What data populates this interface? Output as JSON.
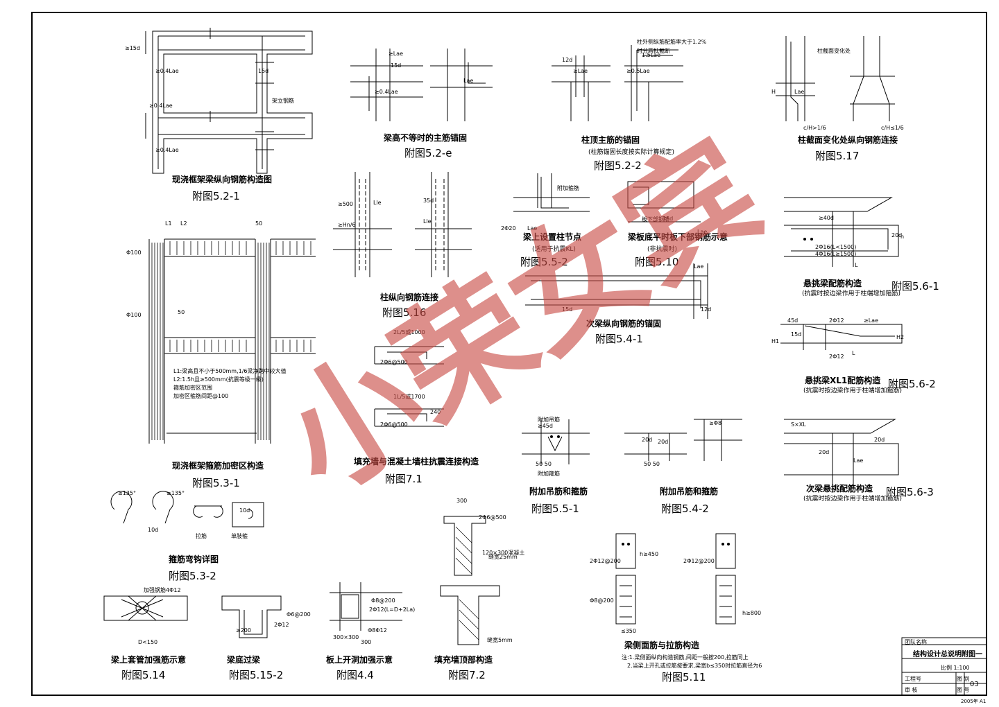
{
  "sheet": {
    "paper_label": "2005年 A1",
    "title_block": {
      "company": "团队名称",
      "drawing_title": "结构设计总说明附图一",
      "scale": "比例 1:100",
      "sheet_no": "03",
      "row_labels": [
        "工程号",
        "审 核",
        "图 别",
        "图 号"
      ]
    }
  },
  "watermark": {
    "text": "小荣女宾",
    "color": "#c84a44"
  },
  "figures": [
    {
      "id": "f1",
      "caption": "现浇框架梁纵向钢筋构造图",
      "label": "附图5.2-1"
    },
    {
      "id": "f2",
      "caption": "梁高不等时的主筋锚固",
      "label": "附图5.2-e"
    },
    {
      "id": "f3",
      "caption": "柱顶主筋的锚固",
      "sub": "(柱筋锚固长度按实际计算规定)",
      "label": "附图5.2-2"
    },
    {
      "id": "f4",
      "caption": "柱截面变化处纵向钢筋连接",
      "label": "附图5.17"
    },
    {
      "id": "f5",
      "caption": "柱纵向钢筋连接",
      "label": "附图5.16"
    },
    {
      "id": "f6",
      "caption": "梁上设置柱节点",
      "sub": "(适用于抗震KL)",
      "label": "附图5.5-2"
    },
    {
      "id": "f7",
      "caption": "梁板底平时板下部钢筋示意",
      "sub": "(非抗震时)",
      "label": "附图5.10"
    },
    {
      "id": "f8",
      "caption": "次梁纵向钢筋的锚固",
      "label": "附图5.4-1"
    },
    {
      "id": "f9",
      "caption": "悬挑梁配筋构造",
      "sub": "(抗震时按边梁作用于柱端增加箍筋)",
      "label": "附图5.6-1"
    },
    {
      "id": "f10",
      "caption": "现浇框架箍筋加密区构造",
      "label": "附图5.3-1"
    },
    {
      "id": "f11",
      "caption": "填充墙与混凝土墙柱抗震连接构造",
      "label": "附图7.1"
    },
    {
      "id": "f12",
      "caption": "悬挑梁XL1配筋构造",
      "sub": "(抗震时按边梁作用于柱端增加箍筋)",
      "label": "附图5.6-2"
    },
    {
      "id": "f13",
      "caption": "附加吊筋和箍筋",
      "label": "附图5.5-1"
    },
    {
      "id": "f14",
      "caption": "附加吊筋和箍筋",
      "label": "附图5.4-2"
    },
    {
      "id": "f15",
      "caption": "次梁悬挑配筋构造",
      "sub": "(抗震时按边梁作用于柱端增加箍筋)",
      "label": "附图5.6-3"
    },
    {
      "id": "f16",
      "caption": "箍筋弯钩详图",
      "label": "附图5.3-2"
    },
    {
      "id": "f17",
      "caption": "梁上套管加强筋示意",
      "label": "附图5.14"
    },
    {
      "id": "f18",
      "caption": "梁底过梁",
      "label": "附图5.15-2"
    },
    {
      "id": "f19",
      "caption": "板上开洞加强示意",
      "label": "附图4.4"
    },
    {
      "id": "f20",
      "caption": "填充墙顶部构造",
      "label": "附图7.2"
    },
    {
      "id": "f21",
      "caption": "梁侧面筋与拉筋构造",
      "label": "附图5.11"
    }
  ],
  "annotations": {
    "f1": [
      "≥15d",
      "≥0.4Lae",
      "≥0.4Lae",
      "≥0.4Lae",
      "15d",
      "架立钢筋"
    ],
    "f2": [
      "≥Lae",
      "≥0.4Lae",
      "15d",
      "Lae"
    ],
    "f3": [
      "12d",
      "≥Lae",
      "≥0.5Lae",
      "柱外侧纵筋配筋率大于1.2%",
      "时分两批截断",
      "1.5Lae"
    ],
    "f4": [
      "H",
      "Lae",
      "c/H>1/6",
      "c/H≤1/6",
      "柱截面变化处"
    ],
    "f5": [
      "≥500",
      "≥Hn/6",
      "35d",
      "Lle",
      "Lle"
    ],
    "f6": [
      "2Φ20",
      "Lae",
      "附加箍筋"
    ],
    "f7": [
      "Lae",
      "15d",
      "板下部钢筋"
    ],
    "f8": [
      "Lae",
      "15d",
      "12d"
    ],
    "f9": [
      "2Φ16(L<1500)",
      "4Φ16(L≥1500)",
      "20d",
      "L",
      "h",
      "≥40d"
    ],
    "f10": [
      "L1",
      "L2",
      "50",
      "50",
      "Φ100",
      "Φ100",
      "L1:梁高且不小于500mm,1/6梁净跨中较大值",
      "L2:1.5h且≥500mm(抗震等级一级)",
      "箍筋加密区范围",
      "加密区箍筋间距@100"
    ],
    "f11": [
      "2L/5或1000",
      "2Φ6@500",
      "1L/5或1700",
      "2Φ6@500",
      "240"
    ],
    "f12": [
      "2Φ12",
      "L",
      "45d",
      "≥Lae",
      "15d",
      "H1",
      "H2",
      "2Φ12"
    ],
    "f13": [
      "≥45d",
      "50 50",
      "附加吊筋",
      "附加箍筋"
    ],
    "f14": [
      "20d",
      "20d",
      "50 50",
      "≥Φ8"
    ],
    "f15": [
      "S×XL",
      "20d",
      "20d",
      "Lae"
    ],
    "f16": [
      "≥135°",
      "≥135°",
      "10d",
      "10d",
      "拉筋",
      "单肢箍"
    ],
    "f17": [
      "加强钢筋4Φ12",
      "D<150"
    ],
    "f18": [
      "Φ6@200",
      "2Φ12",
      "≥200"
    ],
    "f19": [
      "Φ8@200",
      "2Φ12(L=D+2Lа)",
      "Φ8Φ12",
      "300",
      "300×300"
    ],
    "f20": [
      "300",
      "2Φ6@500",
      "120×300混凝土",
      "缝宽25mm",
      "缝宽5mm"
    ],
    "f21": [
      "h≥450",
      "2Φ12@200",
      "2Φ12@200",
      "h≥800",
      "Φ8@200",
      "≤350"
    ]
  },
  "notes_5_11": [
    "注:1.梁侧面纵向构造钢筋,间距一般按200,拉筋同上",
    "2.当梁上开孔或拉筋按要求,梁宽b≤350时拉筋直径为6"
  ]
}
